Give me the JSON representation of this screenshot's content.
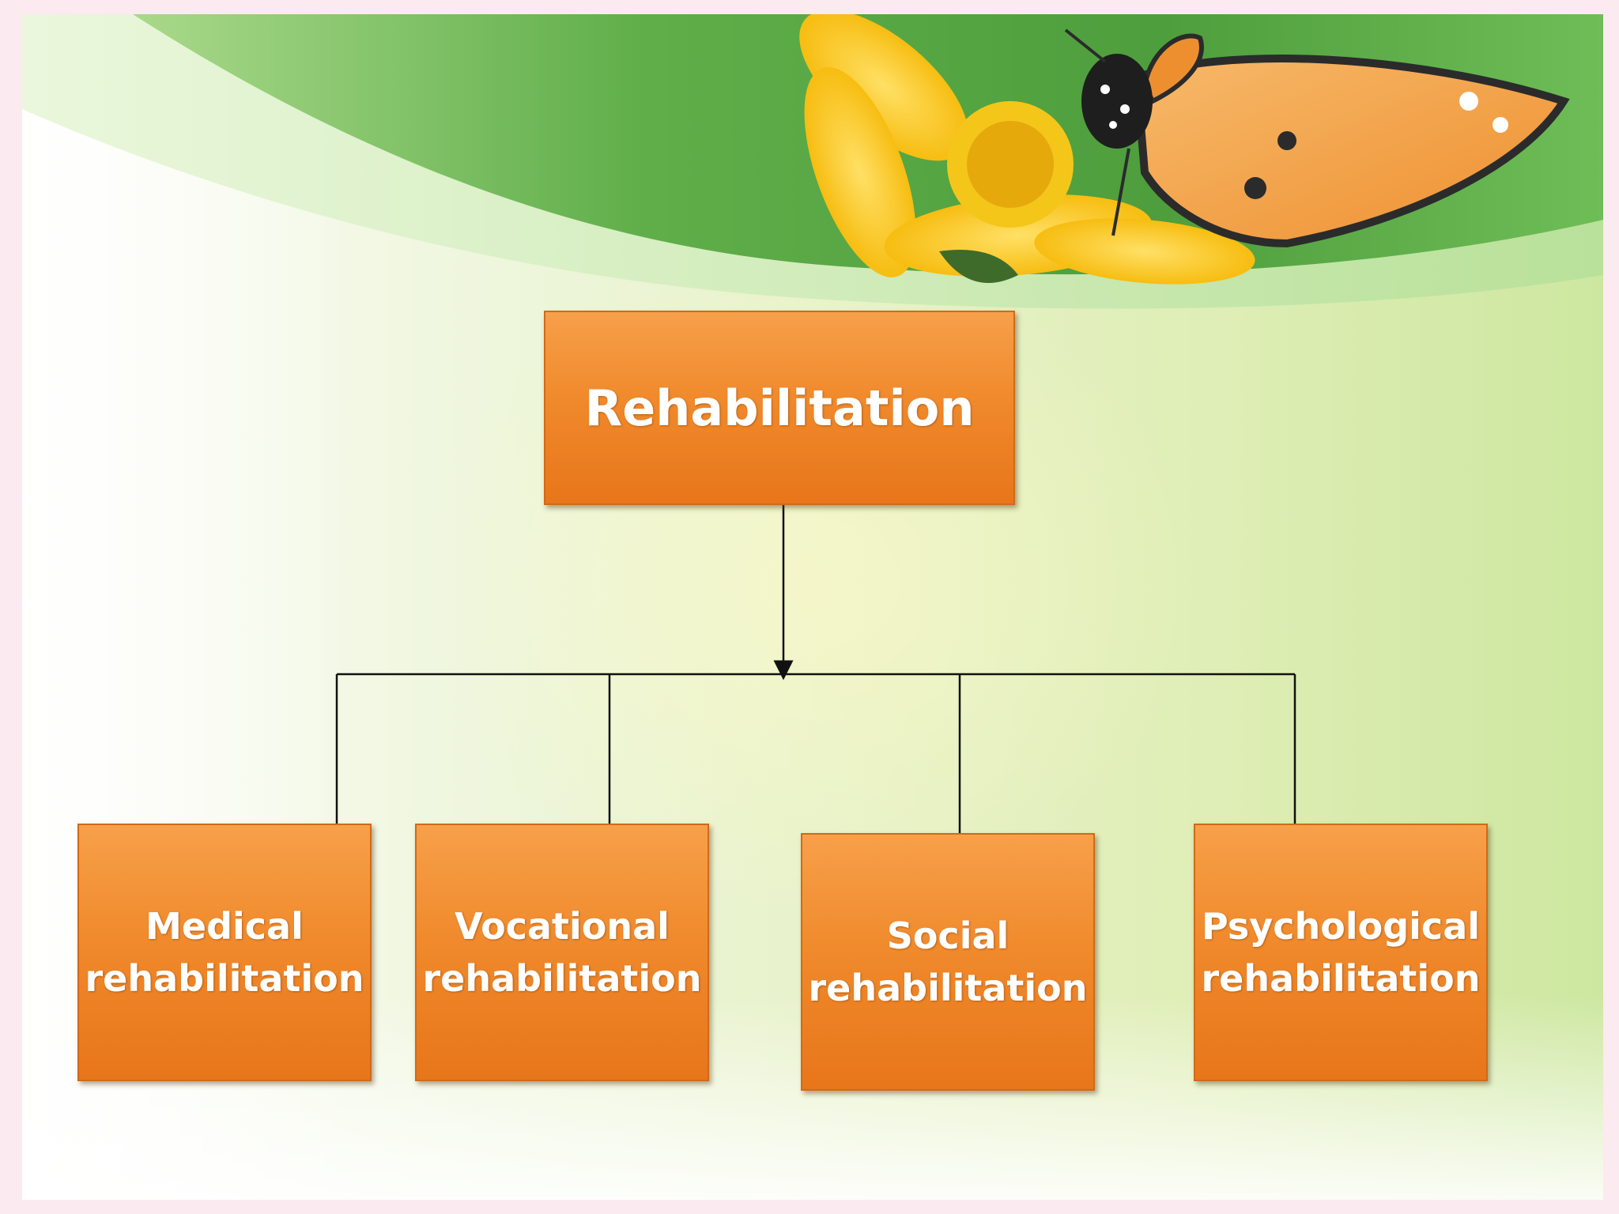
{
  "diagram": {
    "root": {
      "label": "Rehabilitation"
    },
    "children": [
      {
        "line1": "Medical",
        "line2": "rehabilitation"
      },
      {
        "line1": "Vocational",
        "line2": "rehabilitation"
      },
      {
        "line1": "Social",
        "line2": "rehabilitation"
      },
      {
        "line1": "Psychological",
        "line2": "rehabilitation"
      }
    ]
  },
  "decoration": {
    "images": [
      "flower-image",
      "butterfly-image"
    ]
  },
  "colors": {
    "box_fill": "#f08a2c",
    "box_border": "#d06a18",
    "box_text": "#ffffff",
    "header_green": "#5fae4a",
    "connector": "#111111"
  }
}
